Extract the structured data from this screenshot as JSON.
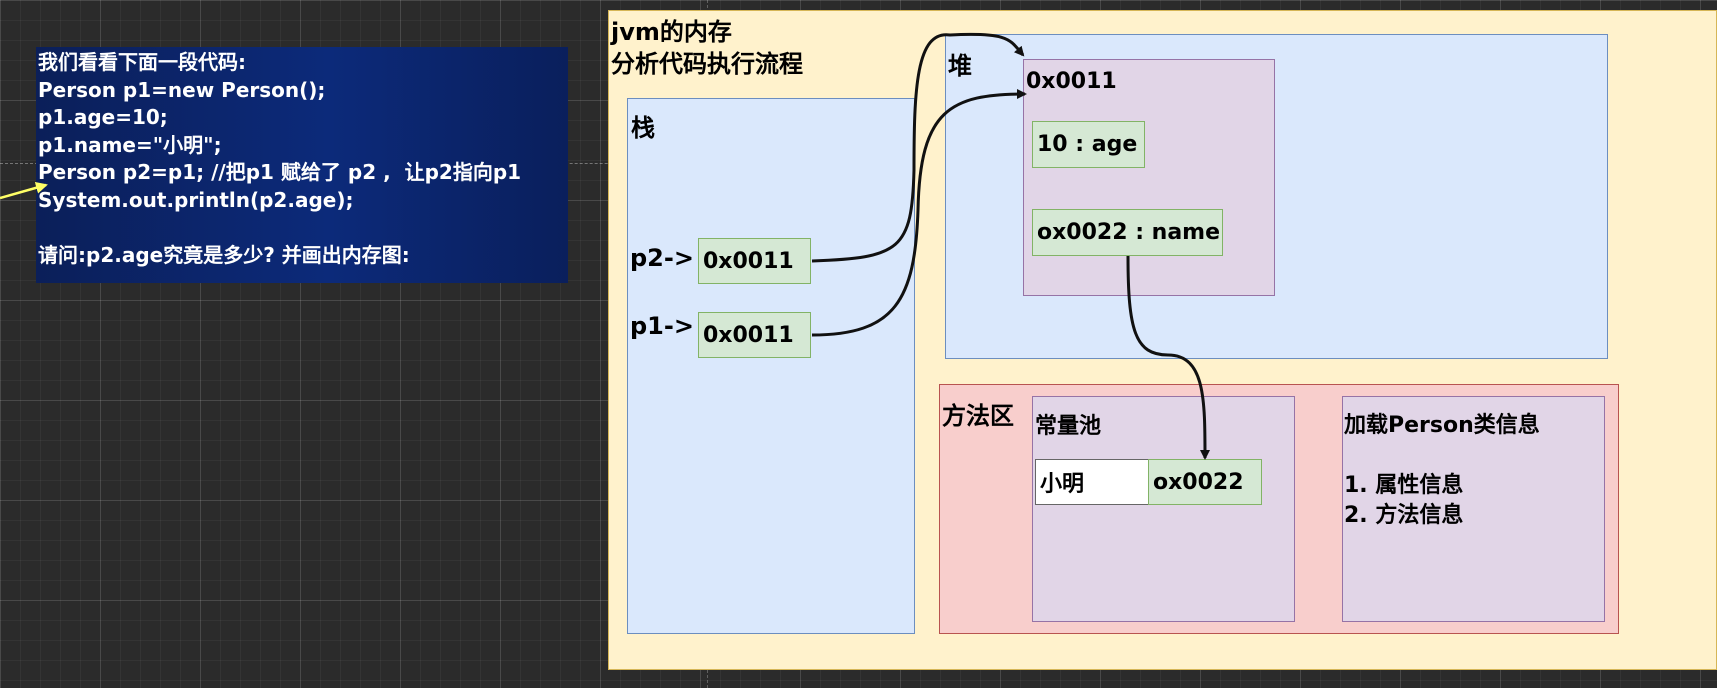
{
  "code_panel": {
    "lines": [
      "我们看看下面一段代码:",
      "Person p1=new Person();",
      "p1.age=10;",
      "p1.name=\"小明\";",
      "Person p2=p1; //把p1 赋给了 p2 ,  让p2指向p1",
      "System.out.println(p2.age);",
      "",
      "请问:p2.age究竟是多少? 并画出内存图:"
    ]
  },
  "jvm": {
    "title_line1": "jvm的内存",
    "title_line2": "分析代码执行流程"
  },
  "stack": {
    "title": "栈",
    "p2_label": "p2->",
    "p2_value": "0x0011",
    "p1_label": "p1->",
    "p1_value": "0x0011"
  },
  "heap": {
    "title": "堆",
    "object_address": "0x0011",
    "age_field": "10 : age",
    "name_field": "ox0022 : name"
  },
  "method_area": {
    "title": "方法区",
    "constant_pool": {
      "title": "常量池",
      "string_value": "小明",
      "string_address": "ox0022"
    },
    "class_info": {
      "title": "加载Person类信息",
      "item1": "1. 属性信息",
      "item2": "2. 方法信息"
    }
  },
  "colors": {
    "container_yellow": "#fff2cc",
    "region_blue": "#dae8fc",
    "region_red": "#f8cecc",
    "object_purple": "#e1d5e7",
    "cell_green": "#d5e8d4",
    "code_background": "#0c2a7a",
    "pointer_arrow": "#ffff66"
  }
}
